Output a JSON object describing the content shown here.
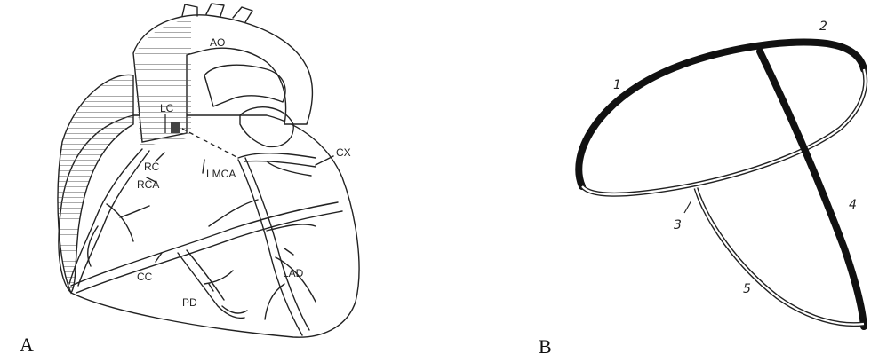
{
  "panels": {
    "a": "A",
    "b": "B"
  },
  "heart_labels": {
    "ao": "AO",
    "lc": "LC",
    "rc": "RC",
    "lmca": "LMCA",
    "cx": "CX",
    "rca": "RCA",
    "cc": "CC",
    "pd": "PD",
    "lad": "LAD"
  },
  "schematic_labels": {
    "n1": "1",
    "n2": "2",
    "n3": "3",
    "n4": "4",
    "n5": "5"
  }
}
